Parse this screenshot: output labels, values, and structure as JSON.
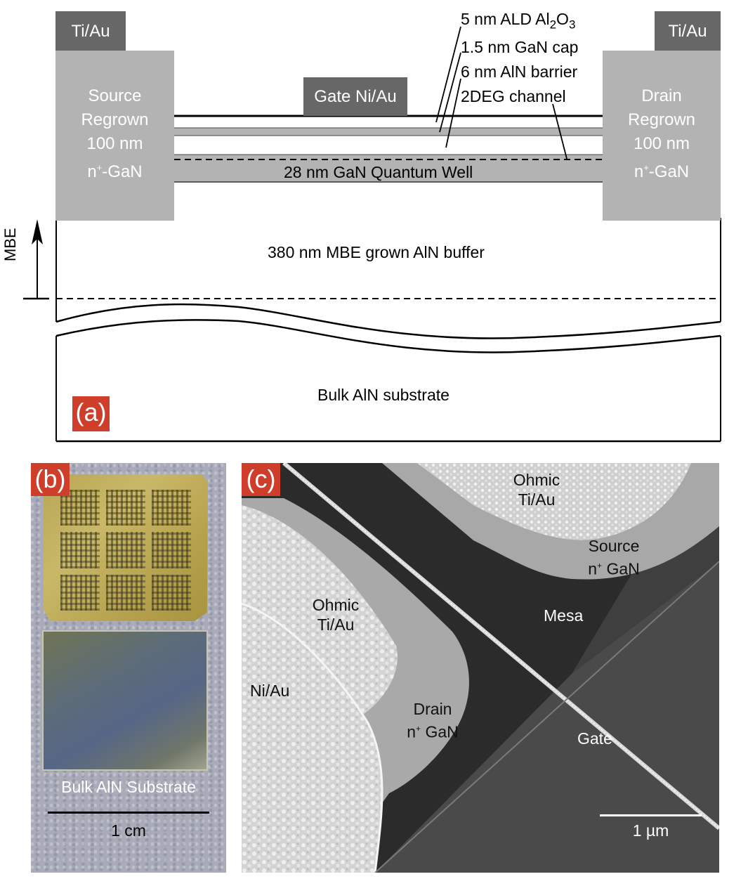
{
  "panel_a": {
    "badge": "(a)",
    "source_contact": "Ti/Au",
    "drain_contact": "Ti/Au",
    "source_region": [
      "Source",
      "Regrown",
      "100 nm",
      "n+-GaN"
    ],
    "drain_region": [
      "Drain",
      "Regrown",
      "100 nm",
      "n+-GaN"
    ],
    "gate": "Gate Ni/Au",
    "layer_annotations": [
      "5 nm ALD Al2O3",
      "1.5 nm GaN cap",
      "6 nm AlN barrier",
      "2DEG channel"
    ],
    "quantum_well": "28 nm GaN Quantum Well",
    "buffer": "380 nm MBE grown AlN buffer",
    "growth_arrow_label": "MBE",
    "substrate": "Bulk AlN substrate"
  },
  "panel_b": {
    "badge": "(b)",
    "substrate_label": "Bulk AlN Substrate",
    "scale_label": "1 cm"
  },
  "panel_c": {
    "badge": "(c)",
    "labels": {
      "ohmic_top_1": "Ohmic",
      "ohmic_top_2": "Ti/Au",
      "source_1": "Source",
      "source_2": "n+ GaN",
      "mesa": "Mesa",
      "ohmic_left_1": "Ohmic",
      "ohmic_left_2": "Ti/Au",
      "ni_au": "Ni/Au",
      "drain_1": "Drain",
      "drain_2": "n+ GaN",
      "gate": "Gate"
    },
    "scale_label": "1 µm"
  },
  "colors": {
    "badge_red": "#cf3d2b",
    "metal_gray": "#676767",
    "regrown_gray": "#b3b3b3"
  }
}
